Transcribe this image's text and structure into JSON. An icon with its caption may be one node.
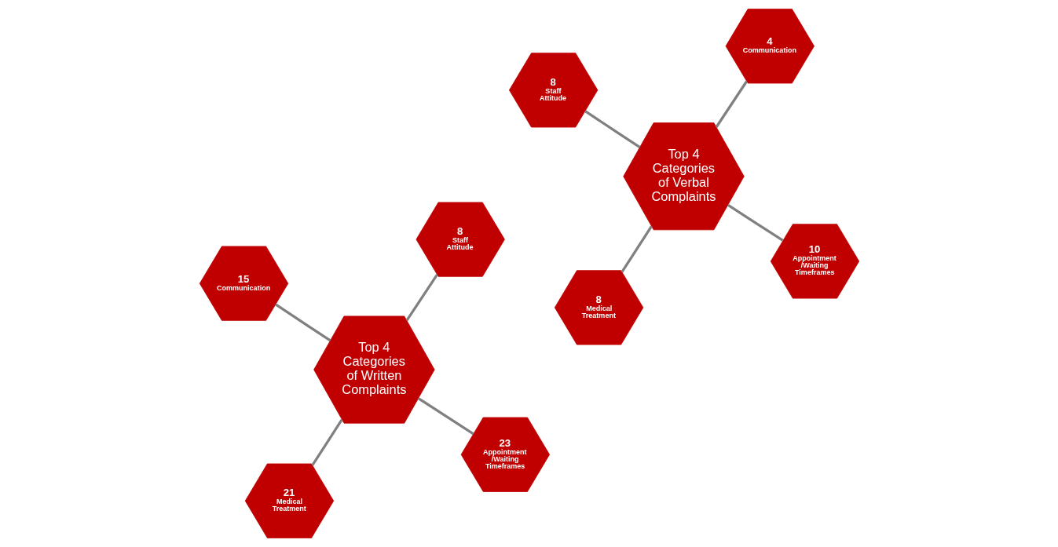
{
  "diagram": {
    "nodes": [
      {
        "text": [
          "Top 4 Categories of Written Complaints"
        ]
      },
      {
        "text": [
          "23",
          "Appointment /Waiting Timeframes"
        ]
      },
      {
        "text": [
          "21",
          "Medical Treatment"
        ]
      },
      {
        "text": [
          "15",
          "Communication"
        ]
      },
      {
        "text": [
          "8",
          "Staff Attitude"
        ]
      },
      {
        "text": [
          "Top 4 Categories of Verbal Complaints"
        ]
      },
      {
        "text": [
          "10",
          "Appointment /Waiting Timeframes"
        ]
      },
      {
        "text": [
          "8",
          "Medical Treatment"
        ]
      },
      {
        "text": [
          "8",
          "Staff Attitude"
        ]
      },
      {
        "text": [
          "4",
          "Communication"
        ]
      }
    ],
    "edges": [
      {
        "from": 0,
        "to": 1,
        "arrow": "none"
      },
      {
        "from": 0,
        "to": 2,
        "arrow": "none"
      },
      {
        "from": 0,
        "to": 3,
        "arrow": "none"
      },
      {
        "from": 0,
        "to": 4,
        "arrow": "none"
      },
      {
        "from": 5,
        "to": 6,
        "arrow": "none"
      },
      {
        "from": 5,
        "to": 7,
        "arrow": "none"
      },
      {
        "from": 5,
        "to": 8,
        "arrow": "none"
      },
      {
        "from": 5,
        "to": 9,
        "arrow": "none"
      }
    ]
  }
}
